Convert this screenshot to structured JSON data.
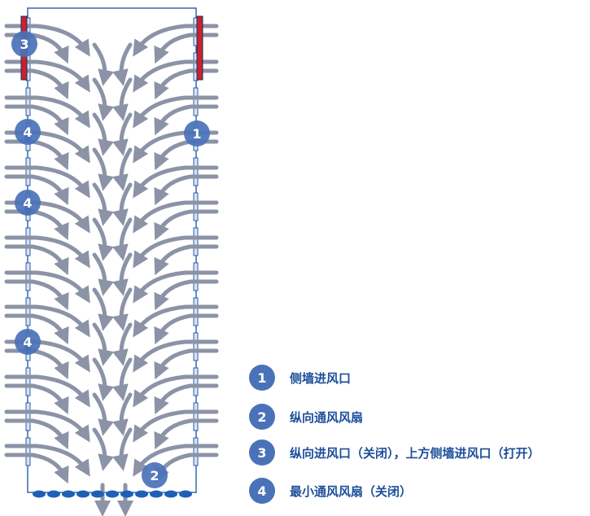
{
  "colors": {
    "arrow": "#8c93a7",
    "badge": "#4a72b8",
    "legend_text": "#1d4e9a",
    "wall": "#2a5ca8",
    "inlet_open": "#c6232f",
    "fan": "#1f5fb6"
  },
  "badges": {
    "side_inlet": "1",
    "tunnel_fan": "2",
    "tunnel_inlet": "3",
    "min_fan": "4"
  },
  "legend": [
    {
      "number": "1",
      "label": "侧墙进风口"
    },
    {
      "number": "2",
      "label": "纵向通风风扇"
    },
    {
      "number": "3",
      "label": "纵向进风口（关闭），上方侧墙进风口（打开）"
    },
    {
      "number": "4",
      "label": "最小通风风扇（关闭）"
    }
  ]
}
